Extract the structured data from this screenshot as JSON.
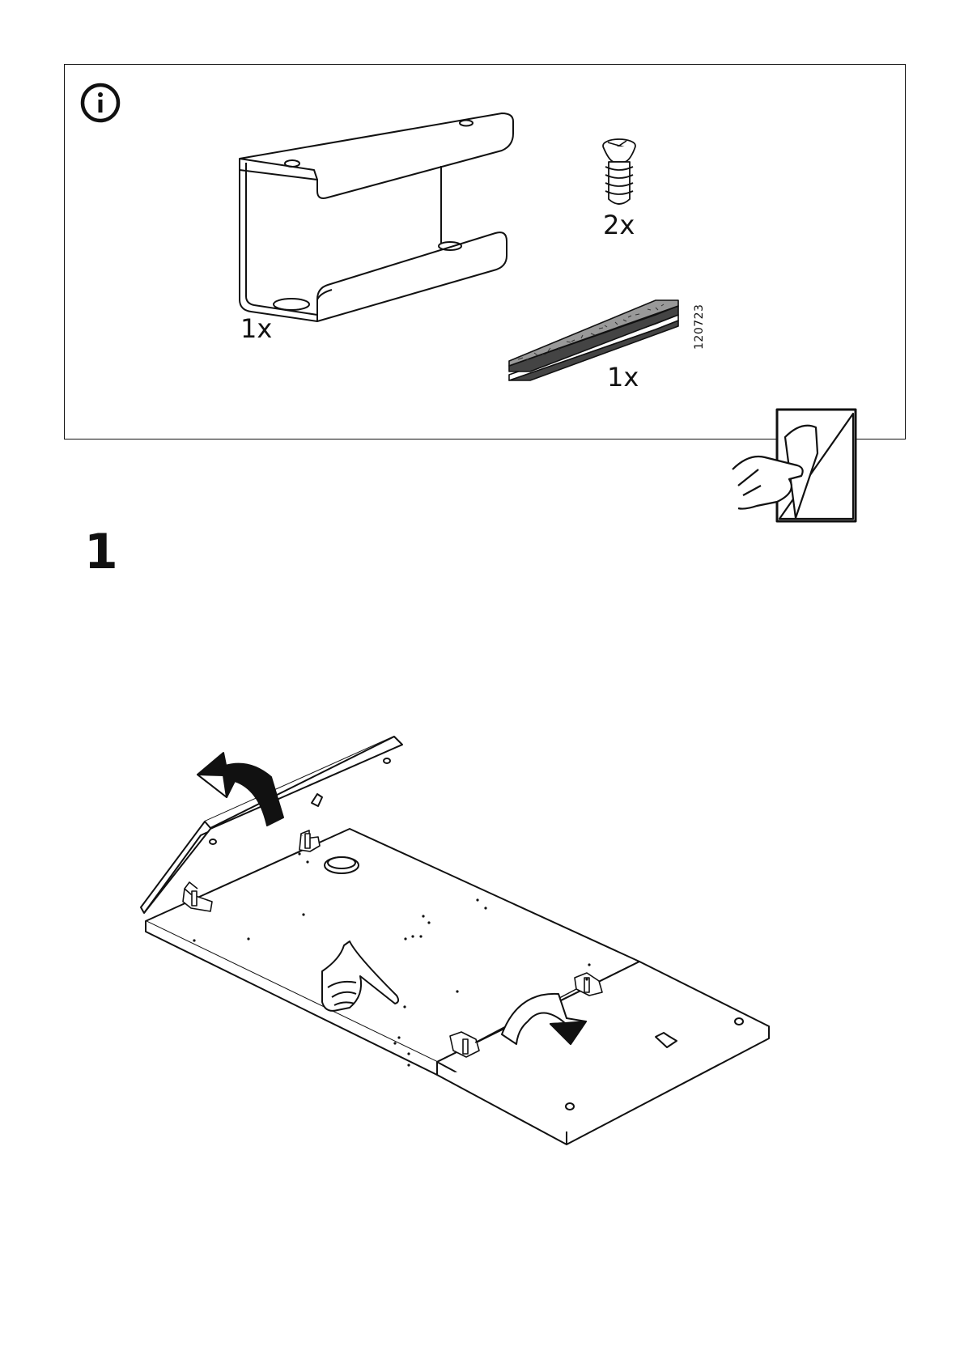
{
  "info_panel": {
    "icon": "info-icon",
    "parts": [
      {
        "name": "bracket",
        "quantity": "1x"
      },
      {
        "name": "screw",
        "quantity": "2x"
      },
      {
        "name": "adhesive-strip",
        "quantity": "1x",
        "part_number": "120723"
      }
    ]
  },
  "peel_icon": "peel-adhesive-icon",
  "step": {
    "number": "1"
  },
  "colors": {
    "line": "#111111",
    "background": "#ffffff",
    "strip_fill": "#999999"
  }
}
